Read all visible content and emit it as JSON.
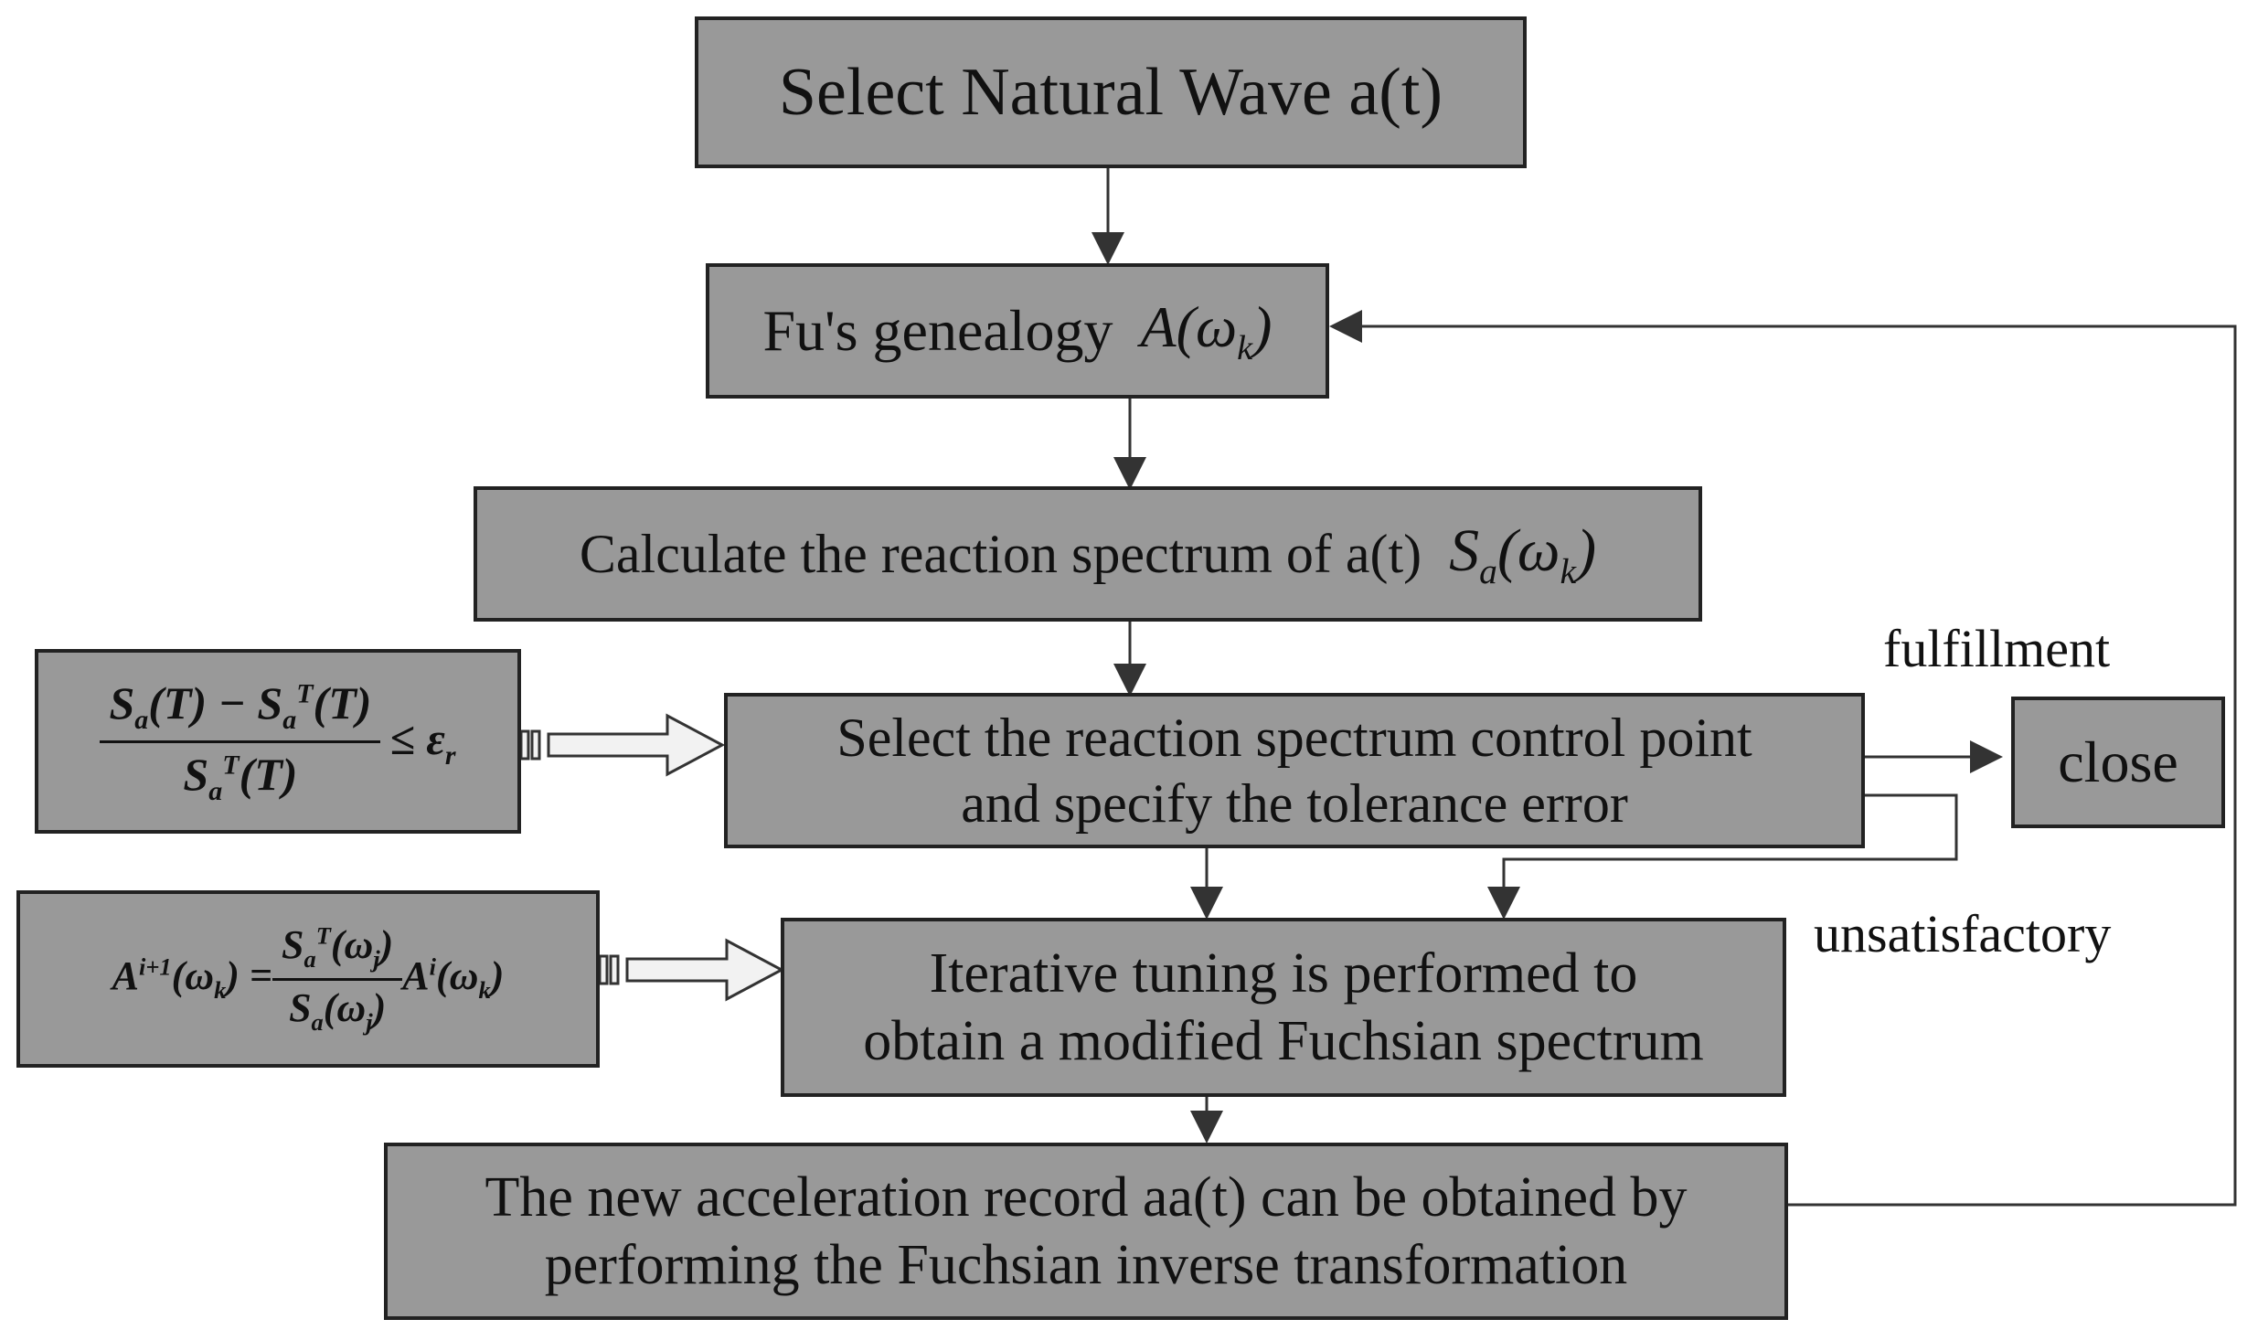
{
  "boxes": {
    "select_wave": "Select Natural Wave a(t)",
    "fu_genealogy": "Fu's genealogy",
    "fu_genealogy_math": "A(ω_k)",
    "calc_spectrum": "Calculate the reaction spectrum of a(t)",
    "calc_spectrum_math": "S_a(ω_k)",
    "control_point_line1": "Select the reaction spectrum control point",
    "control_point_line2": "and specify the tolerance error",
    "iterative_line1": "Iterative tuning is performed to",
    "iterative_line2": "obtain a modified Fuchsian spectrum",
    "new_record_line1": "The new acceleration record aa(t) can be obtained by",
    "new_record_line2": "performing the Fuchsian inverse transformation",
    "close": "close"
  },
  "labels": {
    "fulfillment": "fulfillment",
    "unsatisfactory": "unsatisfactory"
  },
  "formulas": {
    "tolerance": "(S_a(T) − S_a^T(T)) / S_a^T(T) ≤ ε_r",
    "iteration": "A^{i+1}(ω_k) = S_a^T(ω_j) / S_a(ω_j) · A^i(ω_k)"
  }
}
